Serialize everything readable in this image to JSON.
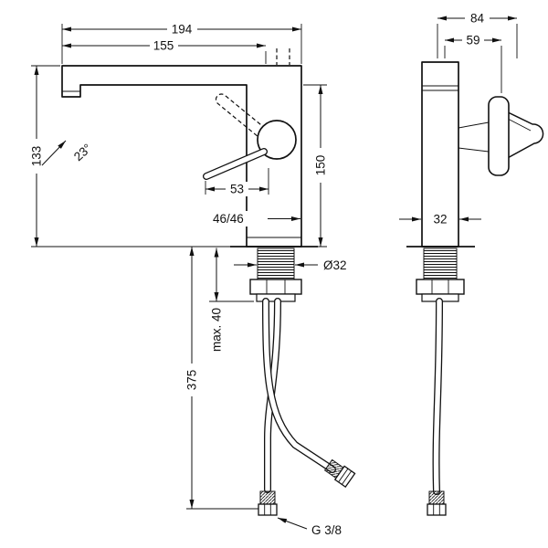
{
  "drawing": {
    "type": "technical-dimension-drawing",
    "subject": "single-lever basin mixer faucet, side and front elevations with installation dimensions",
    "line_color": "#111111",
    "background": "#ffffff"
  },
  "dims": {
    "side": {
      "total_projection": "194",
      "spout_reach": "155",
      "spout_height": "133",
      "spout_angle": "23°",
      "lever_reach": "53",
      "comfort_zone": "46/46",
      "body_height": "150",
      "shank_diameter": "Ø32",
      "max_deck_thickness": "max. 40",
      "hose_length": "375",
      "connection_thread": "G 3/8"
    },
    "front": {
      "overall_width": "84",
      "handle_offset": "59",
      "body_width": "32"
    }
  }
}
